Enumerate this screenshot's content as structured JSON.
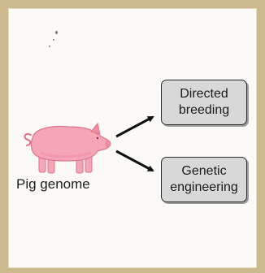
{
  "diagram": {
    "source_label": "Pig genome",
    "outcomes": [
      {
        "line1": "Directed",
        "line2": "breeding"
      },
      {
        "line1": "Genetic",
        "line2": "engineering"
      }
    ]
  },
  "colors": {
    "pig_body": "#f4a6b6",
    "pig_outline": "#e0738a",
    "box_fill": "#d8d8d8",
    "background_frame": "#cdb98e"
  },
  "icons": [
    "pig-icon",
    "arrow-up-right-icon",
    "arrow-down-right-icon"
  ]
}
